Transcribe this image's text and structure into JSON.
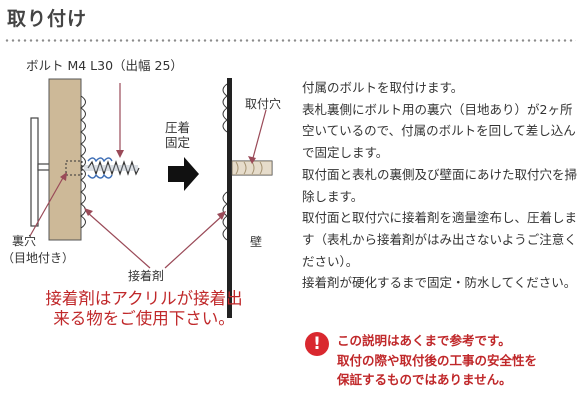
{
  "title": "取り付け",
  "diagram": {
    "bolt_label": "ボルト M4 L30（出幅 25）",
    "press_label_line1": "圧着",
    "press_label_line2": "固定",
    "hole_label_line1": "裏穴",
    "hole_label_line2": "（目地付き）",
    "adhesive_label": "接着剤",
    "mount_hole_label": "取付穴",
    "wall_label": "壁",
    "red_note": "接着剤はアクリルが接着出来る物をご使用下さい。",
    "colors": {
      "plate": "#cdb998",
      "accent_red": "#c0282a",
      "pointer": "#9a4a58",
      "wall": "#222222"
    }
  },
  "description": [
    "付属のボルトを取付けます。",
    "表札裏側にボルト用の裏穴（目地あり）が2ヶ所空いているので、付属のボルトを回して差し込んで固定します。",
    "取付面と表札の裏側及び壁面にあけた取付穴を掃除します。",
    "取付面と取付穴に接着剤を適量塗布し、圧着します（表札から接着剤がはみ出さないようご注意ください）。",
    "接着剤が硬化するまで固定・防水してください。"
  ],
  "warning": {
    "icon": "exclamation-icon",
    "lines": [
      "この説明はあくまで参考です。",
      "取付の際や取付後の工事の安全性を",
      "保証するものではありません。"
    ]
  }
}
